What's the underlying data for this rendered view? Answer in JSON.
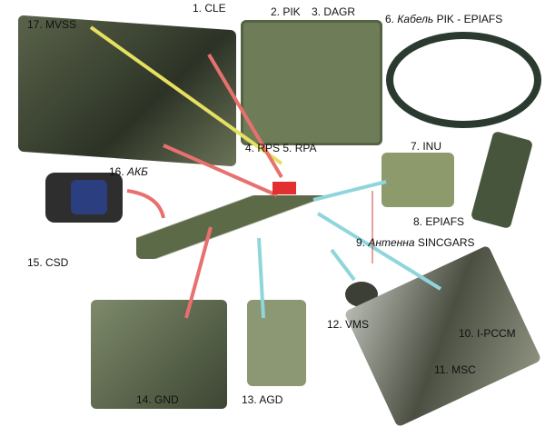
{
  "labels": {
    "cle": "1. CLE",
    "pik": "2. PIK",
    "dagr": "3. DAGR",
    "rps_rpa": "4. RPS 5. RPA",
    "cable_num": "6.",
    "cable_word": "Кабель",
    "cable_rest": "PIK - EPIAFS",
    "inu": "7. INU",
    "epiafs": "8. EPIAFS",
    "antenna_num": "9.",
    "antenna_word": "Антенна",
    "antenna_rest": "SINCGARS",
    "ipccm": "10. I-PCCM",
    "msc": "11. MSC",
    "vms": "12. VMS",
    "agd": "13. AGD",
    "gnd": "14. GND",
    "csd": "15. CSD",
    "akb_num": "16.",
    "akb_word": "АКБ",
    "mvss": "17. MVSS"
  },
  "colors": {
    "red_arrow": "#e8706e",
    "cyan_arrow": "#8fd6dc",
    "yellow_arrow": "#e6e060",
    "olive": "#6b7350",
    "dark": "#2f3a2c"
  }
}
